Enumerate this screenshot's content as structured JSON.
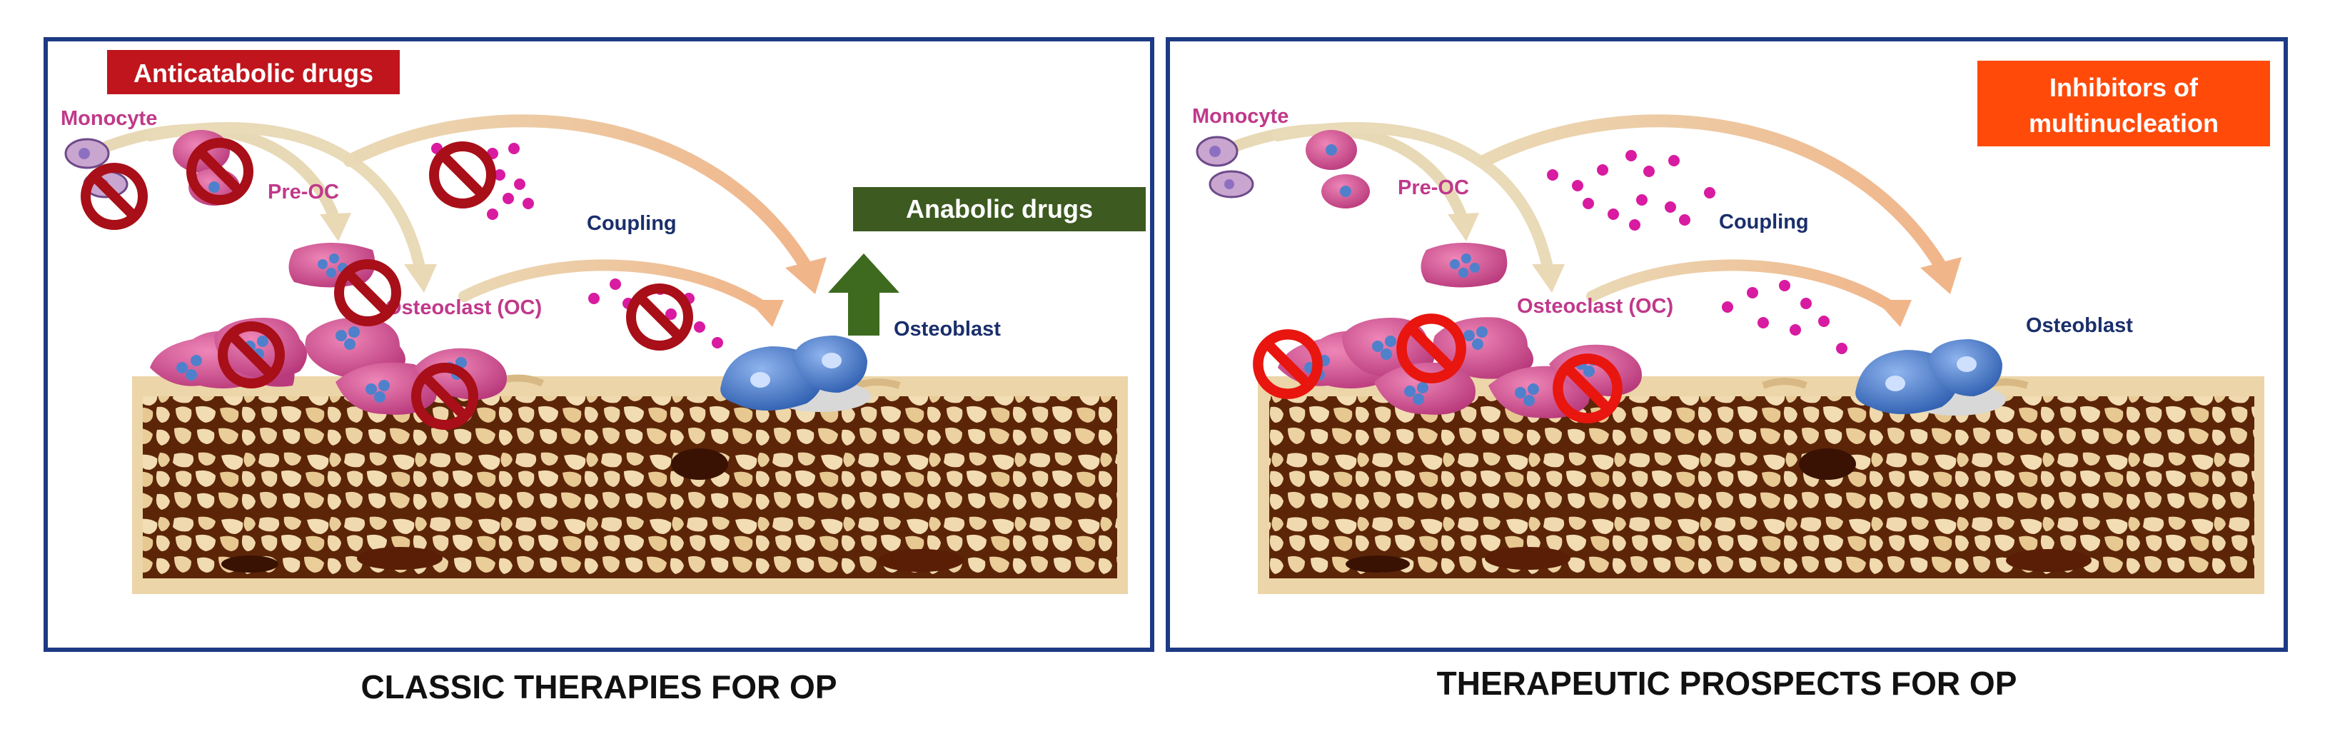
{
  "colors": {
    "frame": "#1d3a84",
    "label_pink": "#c0398a",
    "label_navy": "#1a2f6b",
    "anticatabolic_bg": "#c0151d",
    "anabolic_bg": "#3d5a20",
    "inhibitor_bg": "#ff4a0a",
    "cell_pink": "#d4508f",
    "cell_blue": "#4f80cc",
    "dot_magenta": "#d81ba0",
    "bone_light": "#ecd5a8",
    "bone_dark": "#6a2f10",
    "stop_sign": "#a80f18",
    "stop_sign_bright": "#e8160f"
  },
  "left_panel": {
    "box_label": "Anticatabolic drugs",
    "anabolic_label": "Anabolic drugs",
    "monocyte": "Monocyte",
    "pre_oc": "Pre-OC",
    "osteoclast": "Osteoclast (OC)",
    "coupling": "Coupling",
    "osteoblast": "Osteoblast",
    "caption": "CLASSIC THERAPIES FOR OP"
  },
  "right_panel": {
    "box_label_line1": "Inhibitors of",
    "box_label_line2": "multinucleation",
    "monocyte": "Monocyte",
    "pre_oc": "Pre-OC",
    "osteoclast": "Osteoclast (OC)",
    "coupling": "Coupling",
    "osteoblast": "Osteoblast",
    "caption": "THERAPEUTIC PROSPECTS FOR OP"
  }
}
